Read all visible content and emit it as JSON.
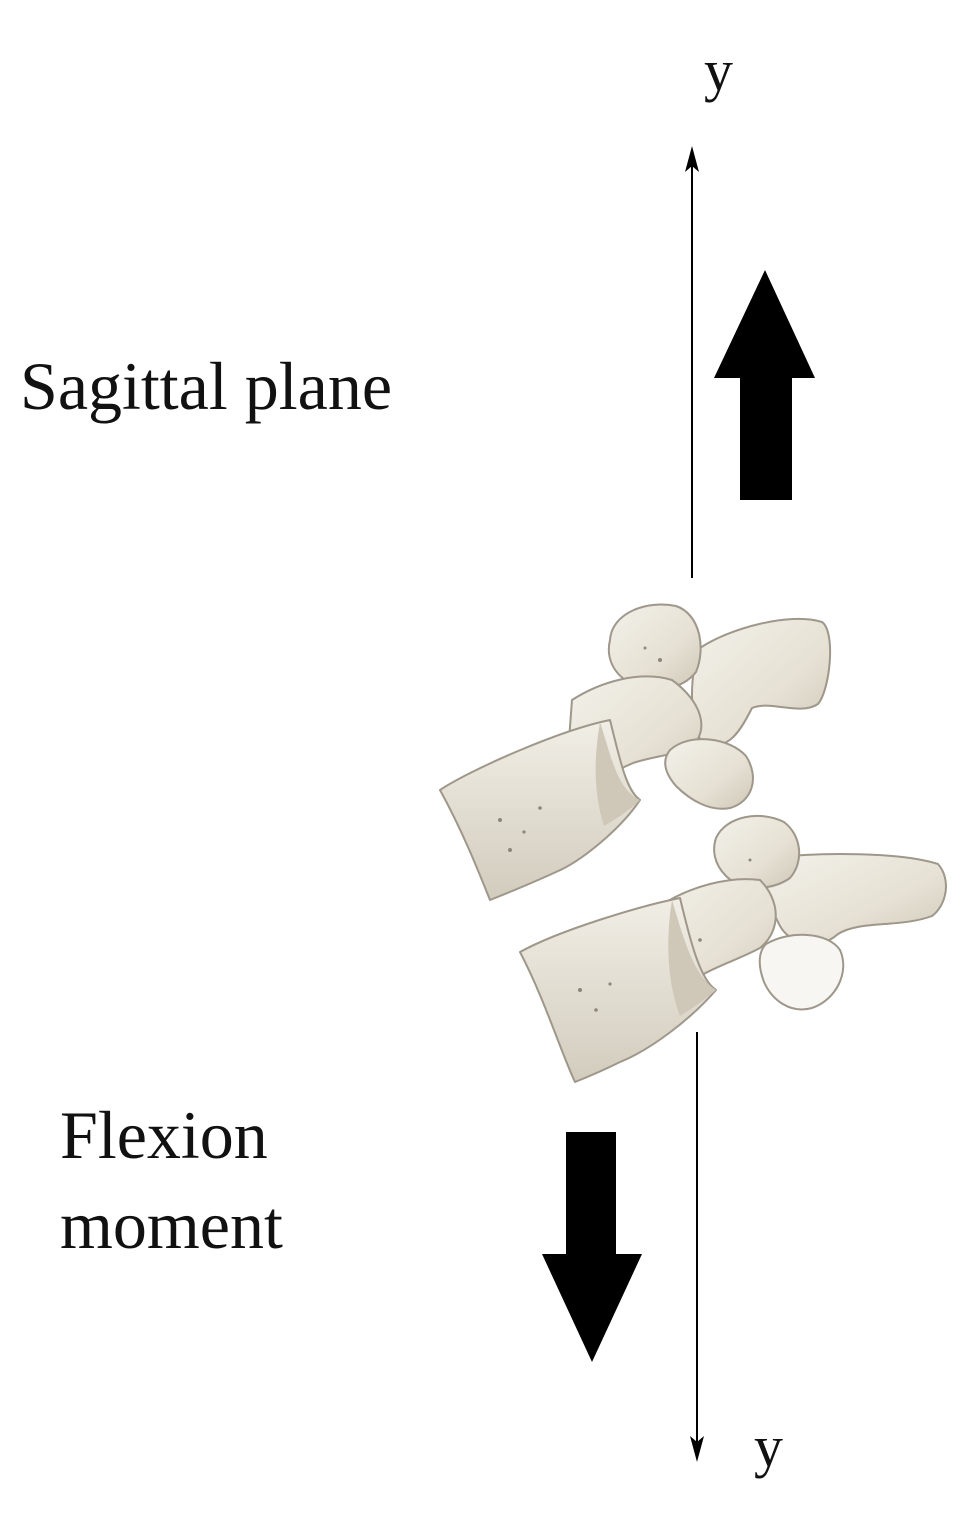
{
  "axis": {
    "top_label": "y",
    "bottom_label": "y"
  },
  "plane_label": "Sagittal plane",
  "moment_label": {
    "line1": "Flexion",
    "line2": "moment"
  },
  "colors": {
    "arrow": "#000000",
    "bone_fill": "#e9e5d9",
    "bone_shadow": "#c9c3b3",
    "bone_outline": "#9e978a",
    "background": "#ffffff"
  },
  "icons": {
    "upper_vertebra": "vertebra-icon",
    "lower_vertebra": "vertebra-icon"
  }
}
